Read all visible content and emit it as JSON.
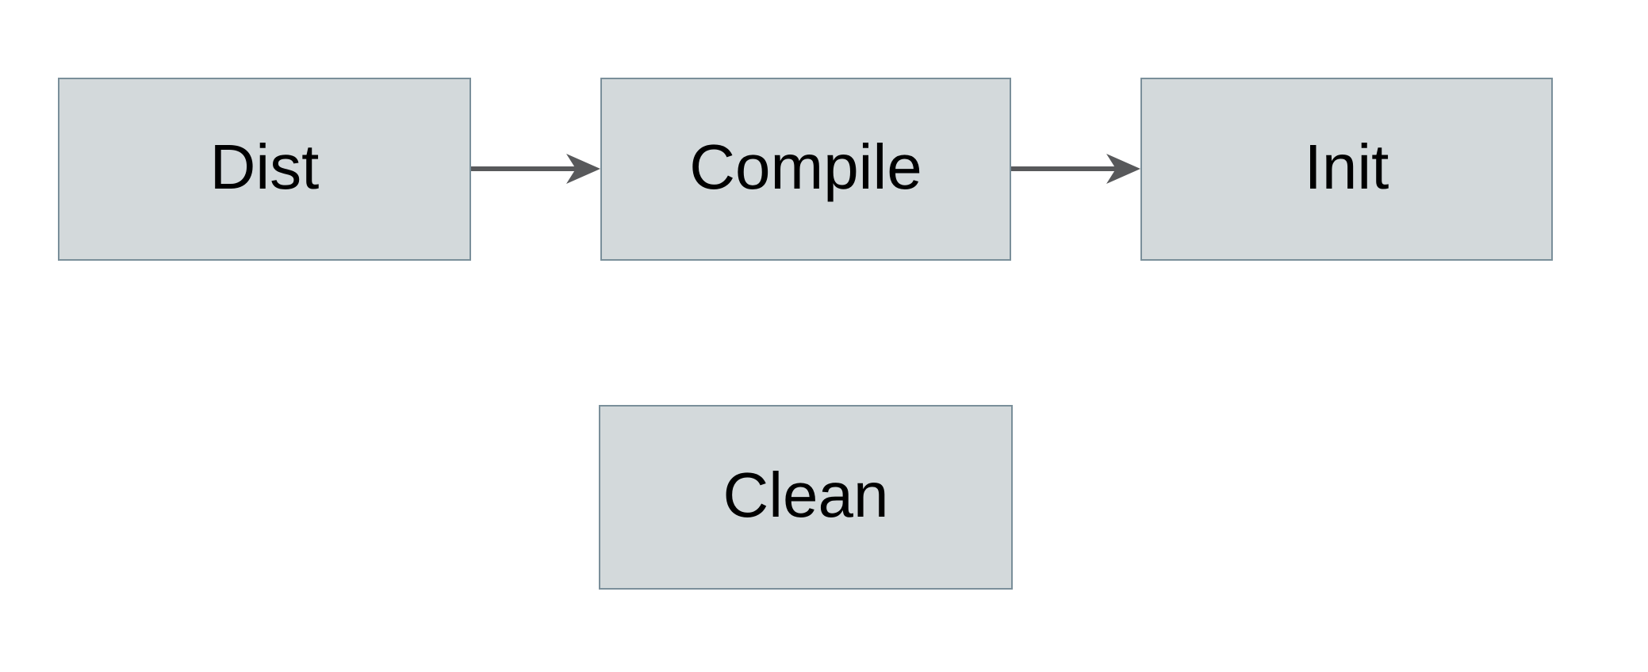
{
  "diagram": {
    "nodes": [
      {
        "id": "dist",
        "label": "Dist"
      },
      {
        "id": "compile",
        "label": "Compile"
      },
      {
        "id": "init",
        "label": "Init"
      },
      {
        "id": "clean",
        "label": "Clean"
      }
    ],
    "edges": [
      {
        "id": "dist-to-compile",
        "from": "Dist",
        "to": "Compile",
        "direction": "right"
      },
      {
        "id": "compile-to-init",
        "from": "Compile",
        "to": "Init",
        "direction": "right"
      }
    ],
    "colors": {
      "background": "#ffffff",
      "node_fill": "#d3d9db",
      "node_border": "#7a8f9a",
      "arrow": "#58595b",
      "text": "#000000"
    }
  }
}
